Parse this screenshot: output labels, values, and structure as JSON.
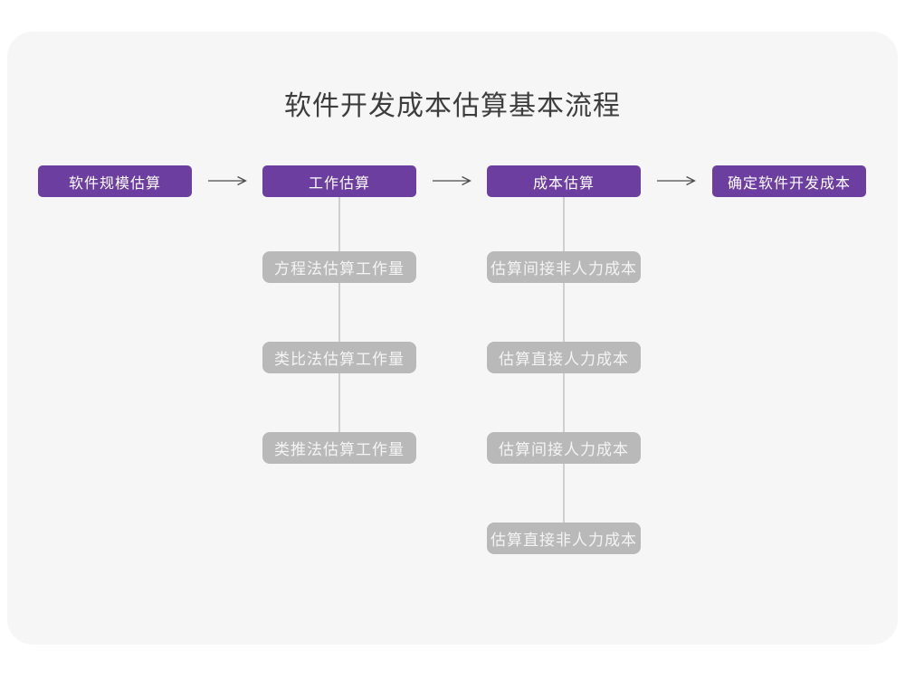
{
  "title": "软件开发成本估算基本流程",
  "flow": {
    "stages": [
      {
        "label": "软件规模估算",
        "children": []
      },
      {
        "label": "工作估算",
        "children": [
          "方程法估算工作量",
          "类比法估算工作量",
          "类推法估算工作量"
        ]
      },
      {
        "label": "成本估算",
        "children": [
          "估算间接非人力成本",
          "估算直接人力成本",
          "估算间接人力成本",
          "估算直接非人力成本"
        ]
      },
      {
        "label": "确定软件开发成本",
        "children": []
      }
    ]
  },
  "colors": {
    "stage_bg": "#6b3e9f",
    "stage_text": "#ffffff",
    "sub_bg": "#b9b9b9",
    "sub_text": "#f4f4f4",
    "card_bg": "#f6f6f7",
    "page_bg": "#ffffff",
    "arrow": "#4d4d4d",
    "connector": "#cfcfcf",
    "title_text": "#3d3d3d"
  }
}
